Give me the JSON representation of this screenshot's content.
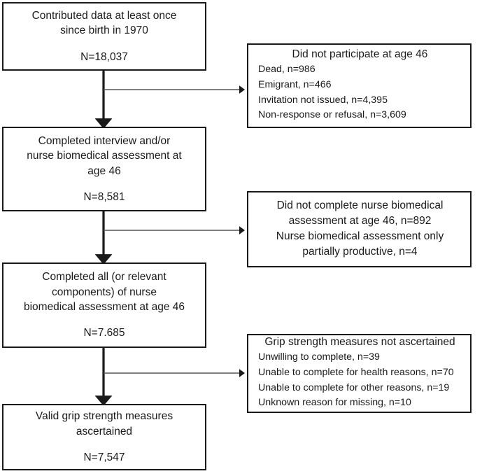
{
  "diagram": {
    "type": "participant-flow-chart",
    "orientation": "vertical-with-right-exclusions",
    "line_color": "#1a1a1a",
    "background_color": "#ffffff",
    "nodes": [
      {
        "id": "contributed-data",
        "title": "Contributed data at least once\nsince birth in 1970",
        "count": "N=18,037"
      },
      {
        "id": "completed-interview",
        "title": "Completed interview and/or\nnurse biomedical assessment at\nage 46",
        "count": "N=8,581"
      },
      {
        "id": "completed-assessment",
        "title": "Completed all (or relevant\ncomponents) of nurse\nbiomedical assessment at age 46",
        "count": "N=7.685"
      },
      {
        "id": "valid-grip-strength",
        "title": "Valid grip strength measures\nascertained",
        "count": "N=7,547"
      }
    ],
    "exclusions": [
      {
        "id": "did-not-participate",
        "heading": "Did not participate at age 46",
        "items": [
          "Dead, n=986",
          "Emigrant, n=466",
          "Invitation not issued, n=4,395",
          "Non-response or refusal, n=3,609"
        ],
        "align": "left"
      },
      {
        "id": "did-not-complete-nurse",
        "heading": "Did not complete nurse biomedical\nassessment at age 46, n=892",
        "items": [
          "Nurse biomedical assessment only\npartially productive, n=4"
        ],
        "align": "center"
      },
      {
        "id": "grip-strength-not-ascertained",
        "heading": "Grip strength measures not ascertained",
        "items": [
          "Unwilling to complete, n=39",
          "Unable to complete for health reasons, n=70",
          "Unable to complete for other reasons, n=19",
          "Unknown reason for missing, n=10"
        ],
        "align": "left"
      }
    ]
  }
}
